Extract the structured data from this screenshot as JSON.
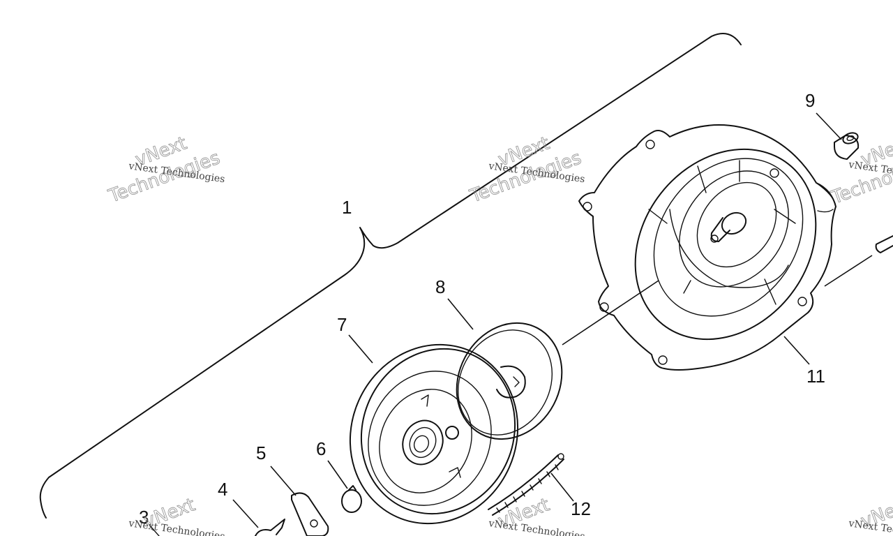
{
  "callouts": {
    "c1": "1",
    "c3": "3",
    "c4": "4",
    "c5": "5",
    "c6": "6",
    "c7": "7",
    "c8": "8",
    "c9": "9",
    "c11": "11",
    "c12": "12"
  },
  "watermark": {
    "line1": "vNext",
    "line2": "Technologies",
    "small": "vNext Technologies"
  }
}
